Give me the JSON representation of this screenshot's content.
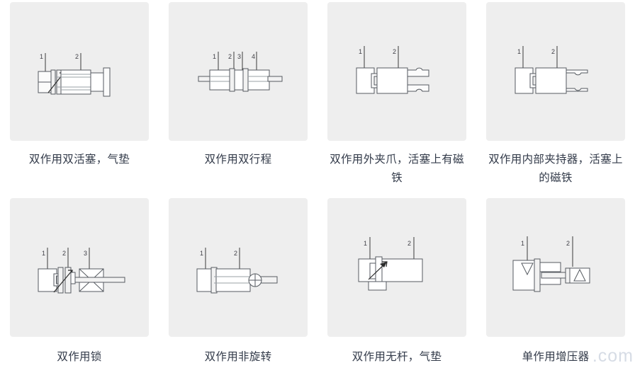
{
  "page": {
    "background_color": "#ffffff",
    "thumb_background_color": "#eeeeee",
    "caption_color": "#333b4a",
    "line_color": "#555a60",
    "columns": 4,
    "rows": 2,
    "watermark": ".com"
  },
  "items": [
    {
      "index": 1,
      "caption": "双作用双活塞，气垫",
      "symbol": "double-acting-double-piston-cushion",
      "callouts": [
        "1",
        "2"
      ]
    },
    {
      "index": 2,
      "caption": "双作用双行程",
      "symbol": "double-acting-double-stroke",
      "callouts": [
        "1",
        "2",
        "3",
        "4"
      ]
    },
    {
      "index": 3,
      "caption": "双作用外夹爪，活塞上有磁铁",
      "symbol": "double-acting-external-gripper-magnet-on-piston",
      "callouts": [
        "1",
        "2"
      ]
    },
    {
      "index": 4,
      "caption": "双作用内部夹持器，活塞上的磁铁",
      "symbol": "double-acting-internal-gripper-magnet-on-piston",
      "callouts": [
        "1",
        "2"
      ]
    },
    {
      "index": 5,
      "caption": "双作用锁",
      "symbol": "double-acting-lock",
      "callouts": [
        "1",
        "2",
        "3"
      ]
    },
    {
      "index": 6,
      "caption": "双作用非旋转",
      "symbol": "double-acting-non-rotating",
      "callouts": [
        "1",
        "2"
      ]
    },
    {
      "index": 7,
      "caption": "双作用无杆，气垫",
      "symbol": "double-acting-rodless-cushion",
      "callouts": [
        "1",
        "2"
      ]
    },
    {
      "index": 8,
      "caption": "单作用增压器",
      "symbol": "single-acting-pressure-booster",
      "callouts": [
        "1",
        "2"
      ]
    }
  ]
}
